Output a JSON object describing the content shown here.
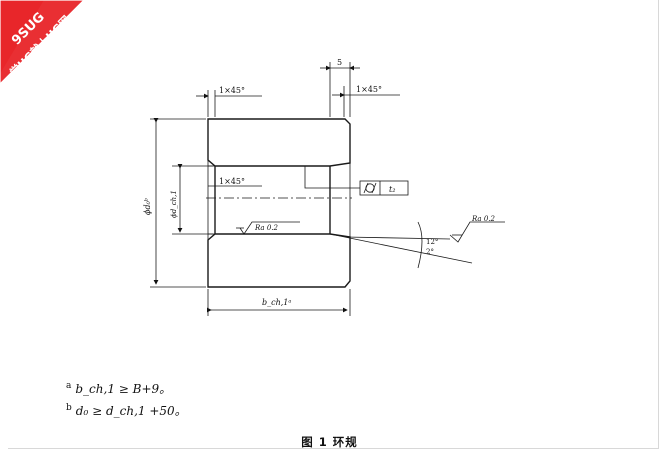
{
  "watermark": {
    "line1": "9SUG",
    "line2": "学UG就上UG网",
    "color": "#e8262b"
  },
  "diagram": {
    "chamfer_left": "1×45°",
    "chamfer_right": "1×45°",
    "chamfer_inner": "1×45°",
    "dim_top": "5",
    "dim_outer_dia": "ϕd₀ᵇ",
    "dim_inner_dia": "ϕd_ch,1",
    "dim_width": "b_ch,1ᵃ",
    "tolerance_value": "t₂",
    "roughness_inner": "Ra 0.2",
    "roughness_outer": "Ra 0.2",
    "angle_large": "12°",
    "angle_small": "2°"
  },
  "notes": {
    "note_a_mark": "a",
    "note_a_text": "b_ch,1 ≥ B+9。",
    "note_b_mark": "b",
    "note_b_text": "d₀ ≥ d_ch,1 +50。"
  },
  "caption": "图 1   环规"
}
